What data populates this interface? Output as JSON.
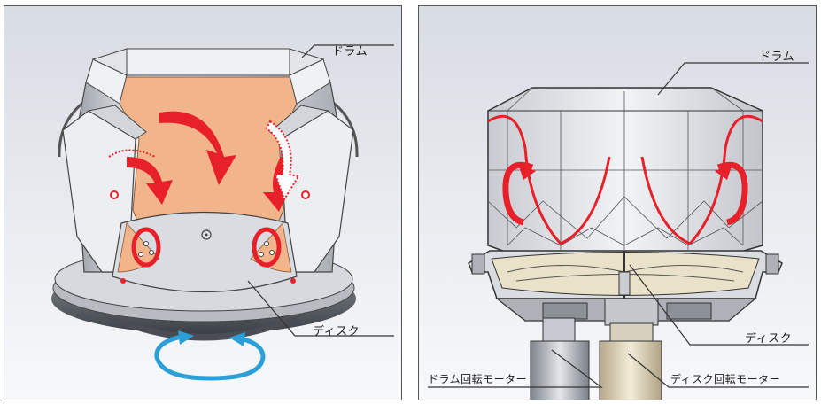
{
  "left_panel": {
    "drum_label": "ドラム",
    "disk_label": "ディスク"
  },
  "right_panel": {
    "drum_label": "ドラム",
    "disk_label": "ディスク",
    "drum_motor_label": "ドラム回転モーター",
    "disk_motor_label": "ディスク回転モーター"
  },
  "colors": {
    "flow_arrow": "#e8202a",
    "rotation_arrow": "#2a9fd8",
    "clothes": "#f2b48a",
    "drum_metal": "#e6e8ec"
  }
}
